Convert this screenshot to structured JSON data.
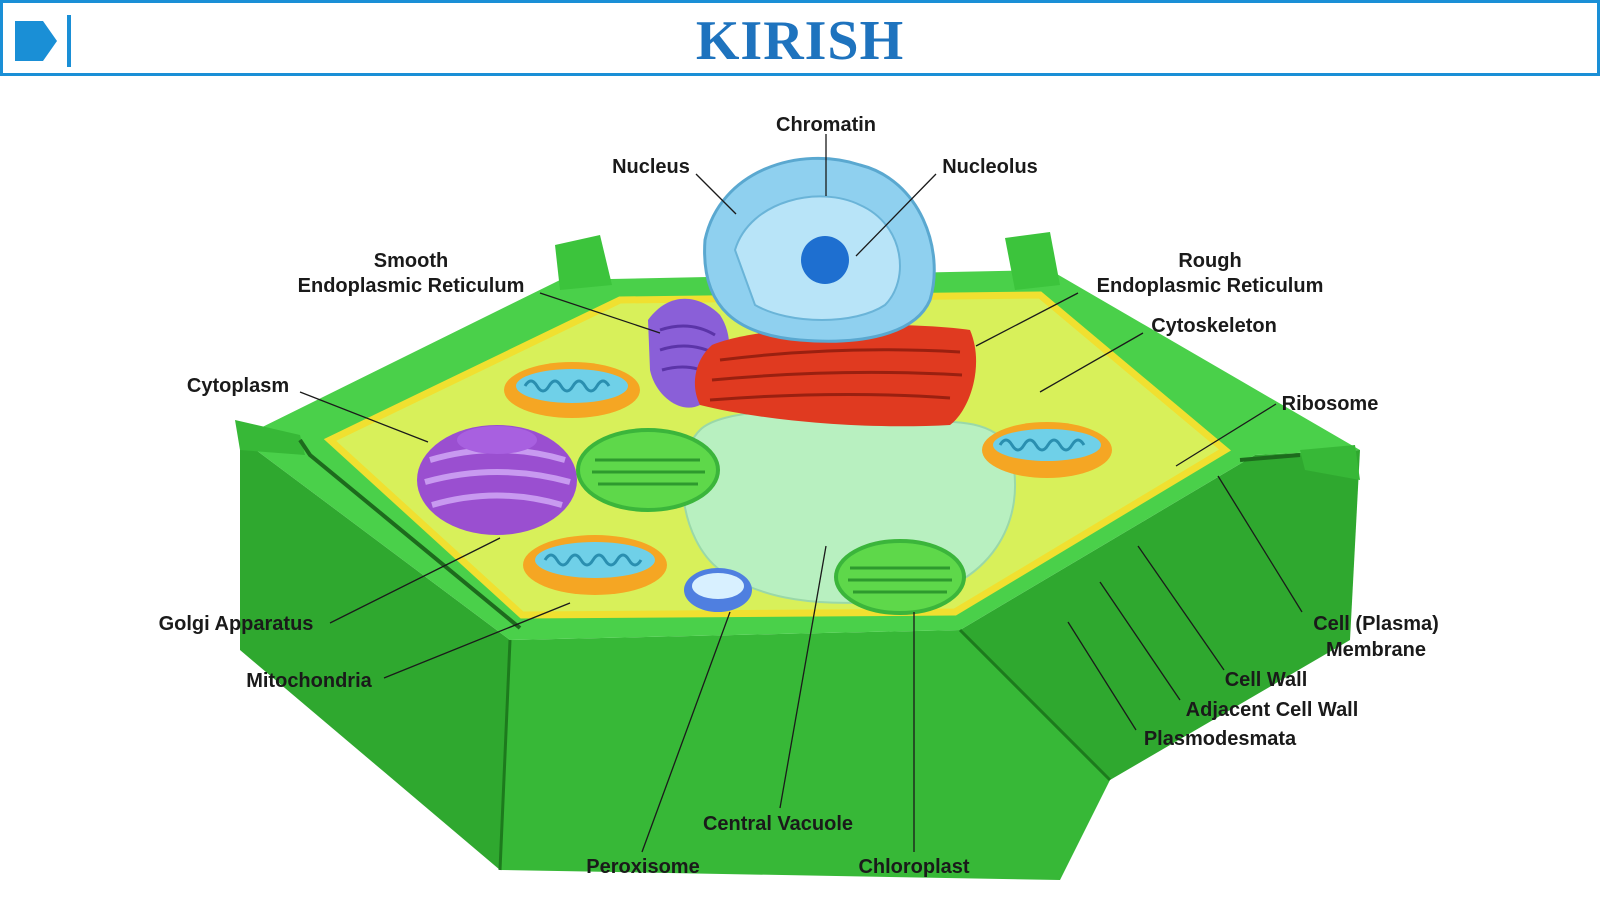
{
  "header": {
    "title": "KIRISH",
    "icon": "play-icon",
    "border_color": "#1a8fd6",
    "title_color": "#1e73be"
  },
  "diagram": {
    "labels": {
      "chromatin": "Chromatin",
      "nucleus": "Nucleus",
      "nucleolus": "Nucleolus",
      "smooth_er_1": "Smooth",
      "smooth_er_2": "Endoplasmic Reticulum",
      "rough_er_1": "Rough",
      "rough_er_2": "Endoplasmic Reticulum",
      "cytoskeleton": "Cytoskeleton",
      "cytoplasm": "Cytoplasm",
      "ribosome": "Ribosome",
      "golgi": "Golgi Apparatus",
      "mitochondria": "Mitochondria",
      "membrane_1": "Cell (Plasma)",
      "membrane_2": "Membrane",
      "cell_wall": "Cell Wall",
      "adjacent_wall": "Adjacent Cell Wall",
      "plasmodesmata": "Plasmodesmata",
      "central_vacuole": "Central Vacuole",
      "peroxisome": "Peroxisome",
      "chloroplast": "Chloroplast"
    },
    "colors": {
      "cell_wall": "#3cc43c",
      "cytoplasm": "#d8f05a",
      "membrane": "#f0e030",
      "vacuole": "#b8f0c0",
      "nucleus": "#8fd0ef",
      "nucleolus": "#1e6fd0",
      "rough_er": "#e03a20",
      "smooth_er": "#8a5fd8",
      "golgi": "#9a4fd0",
      "mitochondria": "#f5a623",
      "chloroplast": "#5ed84a",
      "peroxisome": "#4f7fe0"
    }
  }
}
